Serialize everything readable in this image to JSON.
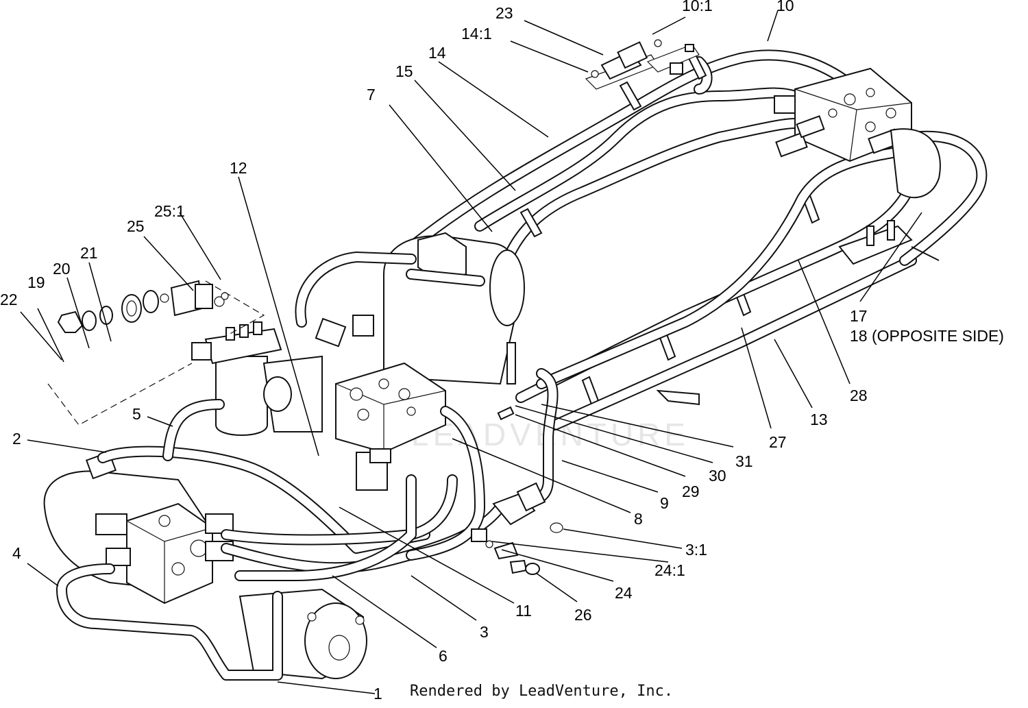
{
  "watermark": "LEADVENTURE",
  "footer": "Rendered by LeadVenture, Inc.",
  "callouts": [
    {
      "id": "c1",
      "text": "1"
    },
    {
      "id": "c2",
      "text": "2"
    },
    {
      "id": "c3",
      "text": "3"
    },
    {
      "id": "c3_1",
      "text": "3:1"
    },
    {
      "id": "c4",
      "text": "4"
    },
    {
      "id": "c5",
      "text": "5"
    },
    {
      "id": "c6",
      "text": "6"
    },
    {
      "id": "c7",
      "text": "7"
    },
    {
      "id": "c8",
      "text": "8"
    },
    {
      "id": "c9",
      "text": "9"
    },
    {
      "id": "c10",
      "text": "10"
    },
    {
      "id": "c10_1",
      "text": "10:1"
    },
    {
      "id": "c11",
      "text": "11"
    },
    {
      "id": "c12",
      "text": "12"
    },
    {
      "id": "c13",
      "text": "13"
    },
    {
      "id": "c14",
      "text": "14"
    },
    {
      "id": "c14_1",
      "text": "14:1"
    },
    {
      "id": "c15",
      "text": "15"
    },
    {
      "id": "c17",
      "text": "17"
    },
    {
      "id": "c18",
      "text": "18 (OPPOSITE SIDE)"
    },
    {
      "id": "c19",
      "text": "19"
    },
    {
      "id": "c20",
      "text": "20"
    },
    {
      "id": "c21",
      "text": "21"
    },
    {
      "id": "c22",
      "text": "22"
    },
    {
      "id": "c23",
      "text": "23"
    },
    {
      "id": "c24",
      "text": "24"
    },
    {
      "id": "c24_1",
      "text": "24:1"
    },
    {
      "id": "c25",
      "text": "25"
    },
    {
      "id": "c25_1",
      "text": "25:1"
    },
    {
      "id": "c26",
      "text": "26"
    },
    {
      "id": "c27",
      "text": "27"
    },
    {
      "id": "c28",
      "text": "28"
    },
    {
      "id": "c29",
      "text": "29"
    },
    {
      "id": "c30",
      "text": "30"
    },
    {
      "id": "c31",
      "text": "31"
    }
  ]
}
